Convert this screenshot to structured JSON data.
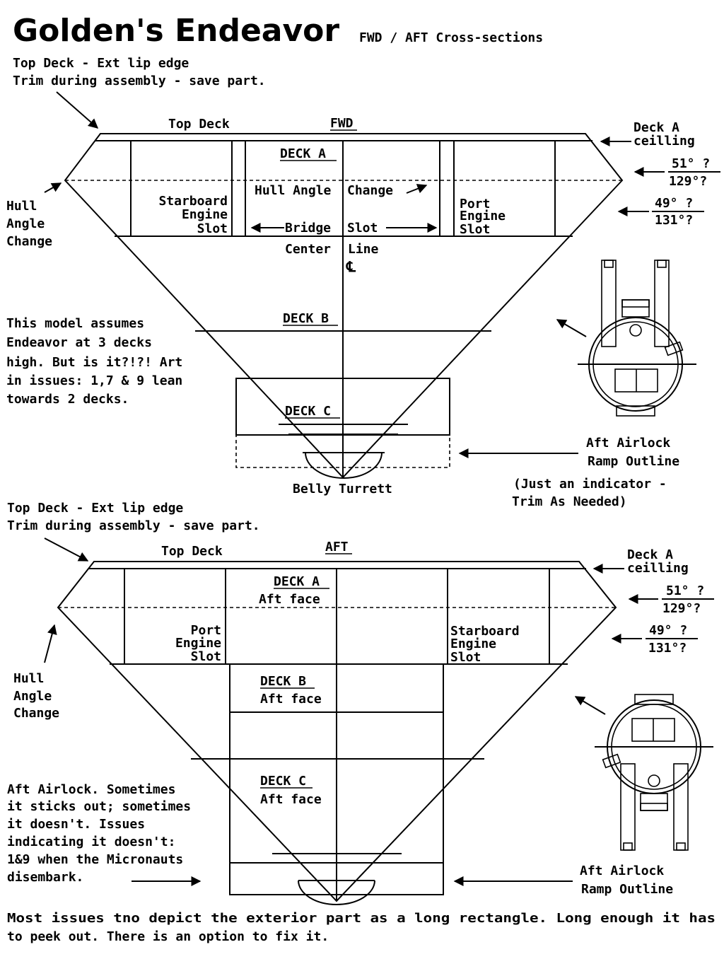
{
  "title": "Golden's Endeavor",
  "subtitle": "FWD / AFT Cross-sections",
  "fwd": {
    "note_top": [
      "Top Deck - Ext lip edge",
      "Trim during assembly - save part."
    ],
    "top_deck": "Top Deck",
    "view_label": "FWD",
    "deck_a_ceiling": [
      "Deck A",
      "ceilling"
    ],
    "angle1": [
      "51° ?",
      "129°?"
    ],
    "angle2": [
      "49° ?",
      "131°?"
    ],
    "hull_angle_change": [
      "Hull",
      "Angle",
      "Change"
    ],
    "deck_a": "DECK A",
    "hull_angle_change_inline": [
      "Hull Angle",
      "Change"
    ],
    "starboard_slot": [
      "Starboard",
      "Engine",
      "Slot"
    ],
    "port_slot": [
      "Port",
      "Engine",
      "Slot"
    ],
    "bridge_slot": [
      "Bridge",
      "Slot"
    ],
    "center_line": [
      "Center",
      "Line"
    ],
    "cl_symbol": "℄",
    "deck_b": "DECK B",
    "deck_c": "DECK C",
    "belly_turret": "Belly Turrett",
    "model_note": [
      "This model assumes",
      "Endeavor at 3 decks",
      "high. But is it?!?! Art",
      "in issues: 1,7 & 9 lean",
      "towards 2 decks."
    ],
    "airlock_label": [
      "Aft Airlock",
      "Ramp Outline"
    ],
    "indicator_note": [
      "(Just an indicator -",
      "Trim As Needed)"
    ]
  },
  "aft": {
    "note_top": [
      "Top Deck - Ext lip edge",
      "Trim during assembly - save part."
    ],
    "top_deck": "Top Deck",
    "view_label": "AFT",
    "deck_a_ceiling": [
      "Deck A",
      "ceilling"
    ],
    "angle1": [
      "51° ?",
      "129°?"
    ],
    "angle2": [
      "49° ?",
      "131°?"
    ],
    "hull_angle_change": [
      "Hull",
      "Angle",
      "Change"
    ],
    "deck_a": [
      "DECK A",
      "Aft face"
    ],
    "port_slot": [
      "Port",
      "Engine",
      "Slot"
    ],
    "starboard_slot": [
      "Starboard",
      "Engine",
      "Slot"
    ],
    "deck_b": [
      "DECK B",
      "Aft face"
    ],
    "deck_c": [
      "DECK C",
      "Aft face"
    ],
    "airlock_note": [
      "Aft Airlock. Sometimes",
      "it sticks out; sometimes",
      "it doesn't. Issues",
      "indicating it doesn't:",
      "1&9 when the Micronauts",
      "disembark."
    ],
    "airlock_label": [
      "Aft Airlock",
      "Ramp Outline"
    ]
  },
  "footer": [
    "Most issues tno depict the exterior part as a long rectangle. Long enough it has",
    "to peek out. There is an option to fix it."
  ]
}
